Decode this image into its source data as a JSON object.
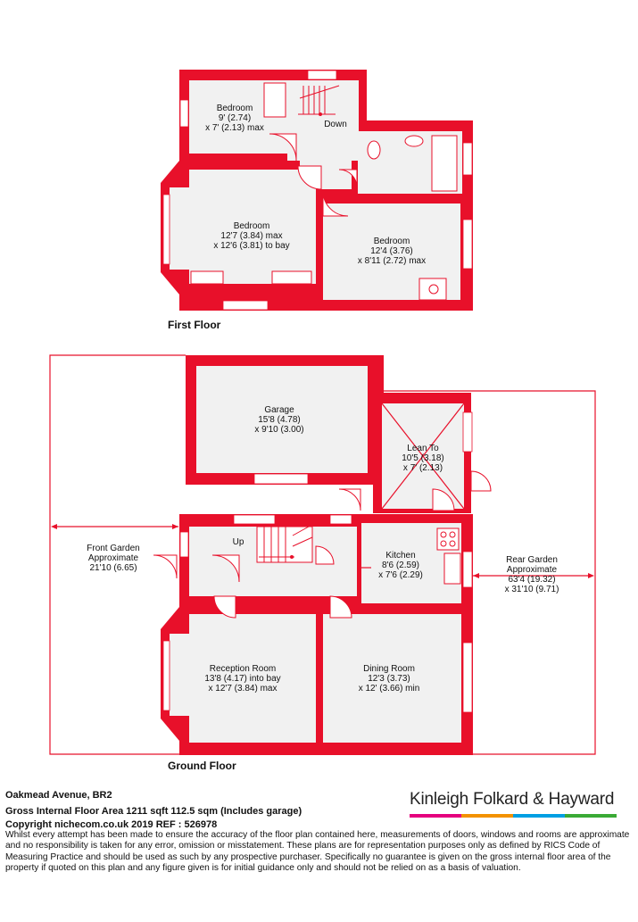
{
  "floors": {
    "first": {
      "label": "First Floor",
      "stair_label": "Down",
      "rooms": [
        {
          "id": "bedroom-small",
          "name": "Bedroom",
          "dim1": "9' (2.74)",
          "dim2": "x 7' (2.13) max"
        },
        {
          "id": "bedroom-bay",
          "name": "Bedroom",
          "dim1": "12'7 (3.84) max",
          "dim2": "x 12'6 (3.81) to bay"
        },
        {
          "id": "bedroom-rear",
          "name": "Bedroom",
          "dim1": "12'4 (3.76)",
          "dim2": "x 8'11 (2.72) max"
        }
      ]
    },
    "ground": {
      "label": "Ground Floor",
      "stair_label": "Up",
      "rooms": [
        {
          "id": "garage",
          "name": "Garage",
          "dim1": "15'8 (4.78)",
          "dim2": "x 9'10 (3.00)"
        },
        {
          "id": "lean-to",
          "name": "Lean To",
          "dim1": "10'5 (3.18)",
          "dim2": "x 7' (2.13)"
        },
        {
          "id": "kitchen",
          "name": "Kitchen",
          "dim1": "8'6 (2.59)",
          "dim2": "x 7'6 (2.29)"
        },
        {
          "id": "reception-room",
          "name": "Reception Room",
          "dim1": "13'8 (4.17) into bay",
          "dim2": "x 12'7 (3.84) max"
        },
        {
          "id": "dining-room",
          "name": "Dining Room",
          "dim1": "12'3 (3.73)",
          "dim2": "x 12' (3.66) min"
        }
      ],
      "gardens": [
        {
          "id": "front-garden",
          "line1": "Front Garden",
          "line2": "Approximate",
          "line3": "21'10 (6.65)"
        },
        {
          "id": "rear-garden",
          "line1": "Rear Garden",
          "line2": "Approximate",
          "line3": "63'4 (19.32)",
          "line4": "x 31'10 (9.71)"
        }
      ]
    }
  },
  "footer": {
    "address": "Oakmead Avenue, BR2",
    "area": "Gross Internal Floor Area 1211 sqft 112.5 sqm (Includes garage)",
    "copyright": "Copyright nichecom.co.uk 2019 REF : 526978",
    "disclaimer": "Whilst every attempt has been made to ensure the accuracy of the floor plan contained here, measurements of doors, windows and rooms are approximate and no responsibility is taken for any error, omission or misstatement.  These plans are for representation purposes only as defined by RICS Code of Measuring Practice and should be used as such by any prospective purchaser.  Specifically no guarantee is given on the gross internal floor area of the property if quoted on this plan and any figure given is for initial guidance only and should not be relied on as a basis of valuation."
  },
  "brand": {
    "name": "Kinleigh Folkard & Hayward",
    "bar_colors": [
      "#e5007e",
      "#f39200",
      "#009fe3",
      "#3aaa35"
    ]
  },
  "colors": {
    "wall": "#e8102a",
    "floor": "#f1f1f1"
  }
}
